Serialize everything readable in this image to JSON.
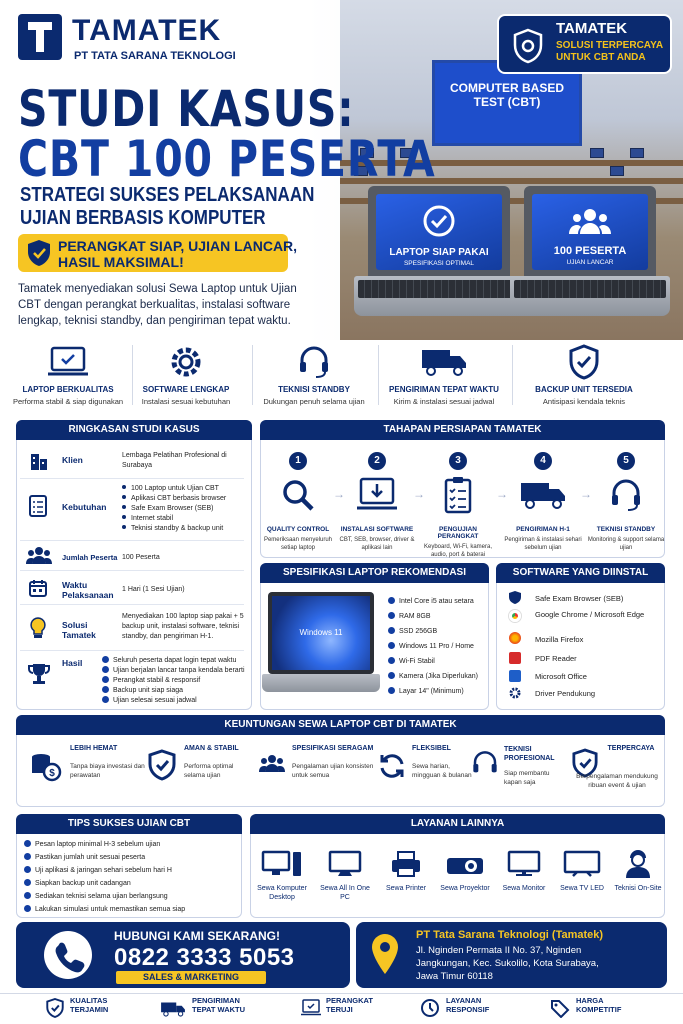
{
  "brand": {
    "name": "TAMATEK",
    "company": "PT TATA SARANA TEKNOLOGI",
    "badge_title": "TAMATEK",
    "badge_sub": "SOLUSI TERPERCAYA UNTUK CBT ANDA"
  },
  "hero": {
    "title_line1": "STUDI KASUS:",
    "title_line2": "CBT 100 PESERTA",
    "subtitle_line1": "STRATEGI SUKSES PELAKSANAAN",
    "subtitle_line2": "UJIAN BERBASIS KOMPUTER",
    "pill_line1": "PERANGKAT SIAP, UJIAN LANCAR,",
    "pill_line2": "HASIL MAKSIMAL!",
    "description": "Tamatek menyediakan solusi Sewa Laptop untuk Ujian CBT dengan perangkat berkualitas, instalasi software lengkap, teknisi standby, dan pengiriman tepat waktu.",
    "room_screen": "COMPUTER BASED TEST (CBT)",
    "laptop1_title": "LAPTOP SIAP PAKAI",
    "laptop1_sub": "SPESIFIKASI OPTIMAL",
    "laptop2_title": "100 PESERTA",
    "laptop2_sub": "UJIAN LANCAR"
  },
  "features": [
    {
      "title": "LAPTOP BERKUALITAS",
      "desc": "Performa stabil & siap digunakan",
      "icon": "laptop-check-icon"
    },
    {
      "title": "SOFTWARE LENGKAP",
      "desc": "Instalasi sesuai kebutuhan",
      "icon": "gear-icon"
    },
    {
      "title": "TEKNISI STANDBY",
      "desc": "Dukungan penuh selama ujian",
      "icon": "headset-icon"
    },
    {
      "title": "PENGIRIMAN TEPAT WAKTU",
      "desc": "Kirim & instalasi sesuai jadwal",
      "icon": "truck-icon"
    },
    {
      "title": "BACKUP UNIT TERSEDIA",
      "desc": "Antisipasi kendala teknis",
      "icon": "shield-check-icon"
    }
  ],
  "summary": {
    "heading": "RINGKASAN STUDI KASUS",
    "klien_label": "Klien",
    "klien_value": "Lembaga Pelatihan Profesional di Surabaya",
    "kebutuhan_label": "Kebutuhan",
    "kebutuhan_items": [
      "100 Laptop untuk Ujian CBT",
      "Aplikasi CBT berbasis browser",
      "Safe Exam Browser (SEB)",
      "Internet stabil",
      "Teknisi standby & backup unit"
    ],
    "jumlah_label": "Jumlah Peserta",
    "jumlah_value": "100 Peserta",
    "waktu_label": "Waktu Pelaksanaan",
    "waktu_value": "1 Hari (1 Sesi Ujian)",
    "solusi_label": "Solusi Tamatek",
    "solusi_value": "Menyediakan 100 laptop siap pakai + 5 backup unit, instalasi software, teknisi standby, dan pengiriman H-1.",
    "hasil_label": "Hasil",
    "hasil_items": [
      "Seluruh peserta dapat login tepat waktu",
      "Ujian berjalan lancar tanpa kendala berarti",
      "Perangkat stabil & responsif",
      "Backup unit siap siaga",
      "Ujian selesai sesuai jadwal"
    ]
  },
  "steps": {
    "heading": "TAHAPAN PERSIAPAN TAMATEK",
    "items": [
      {
        "n": "1",
        "title": "QUALITY CONTROL",
        "desc": "Pemeriksaan menyeluruh setiap laptop"
      },
      {
        "n": "2",
        "title": "INSTALASI SOFTWARE",
        "desc": "CBT, SEB, browser, driver & aplikasi lain"
      },
      {
        "n": "3",
        "title": "PENGUJIAN PERANGKAT",
        "desc": "Keyboard, Wi-Fi, kamera, audio, port & baterai"
      },
      {
        "n": "4",
        "title": "PENGIRIMAN H-1",
        "desc": "Pengiriman & instalasi sehari sebelum ujian"
      },
      {
        "n": "5",
        "title": "TEKNISI STANDBY",
        "desc": "Monitoring & support selama ujian"
      }
    ]
  },
  "specs": {
    "heading": "SPESIFIKASI LAPTOP REKOMENDASI",
    "screen_label": "Windows 11",
    "items": [
      "Intel Core i5 atau setara",
      "RAM 8GB",
      "SSD 256GB",
      "Windows 11 Pro / Home",
      "Wi-Fi Stabil",
      "Kamera (Jika Diperlukan)",
      "Layar 14\" (Minimum)"
    ]
  },
  "software": {
    "heading": "SOFTWARE YANG DIINSTAL",
    "items": [
      "Safe Exam Browser (SEB)",
      "Google Chrome / Microsoft Edge",
      "Mozilla Firefox",
      "PDF Reader",
      "Microsoft Office",
      "Driver Pendukung"
    ]
  },
  "benefits": {
    "heading": "KEUNTUNGAN SEWA LAPTOP CBT DI TAMATEK",
    "items": [
      {
        "title": "LEBIH HEMAT",
        "desc": "Tanpa biaya investasi dan perawatan"
      },
      {
        "title": "AMAN & STABIL",
        "desc": "Performa optimal selama ujian"
      },
      {
        "title": "SPESIFIKASI SERAGAM",
        "desc": "Pengalaman ujian konsisten untuk semua"
      },
      {
        "title": "FLEKSIBEL",
        "desc": "Sewa harian, mingguan & bulanan"
      },
      {
        "title": "TEKNISI PROFESIONAL",
        "desc": "Siap membantu kapan saja"
      },
      {
        "title": "TERPERCAYA",
        "desc": "Berpengalaman mendukung ribuan event & ujian"
      }
    ]
  },
  "tips": {
    "heading": "TIPS SUKSES UJIAN CBT",
    "items": [
      "Pesan laptop minimal H-3 sebelum ujian",
      "Pastikan jumlah unit sesuai peserta",
      "Uji aplikasi & jaringan sehari sebelum hari H",
      "Siapkan backup unit cadangan",
      "Sediakan teknisi selama ujian berlangsung",
      "Lakukan simulasi untuk memastikan semua siap"
    ]
  },
  "services": {
    "heading": "LAYANAN LAINNYA",
    "items": [
      "Sewa Komputer Desktop",
      "Sewa All In One PC",
      "Sewa Printer",
      "Sewa Proyektor",
      "Sewa Monitor",
      "Sewa TV LED",
      "Teknisi On-Site"
    ]
  },
  "contact": {
    "call_label": "HUBUNGI KAMI SEKARANG!",
    "phone": "0822 3333 5053",
    "dept": "SALES & MARKETING",
    "company": "PT Tata Sarana Teknologi (Tamatek)",
    "address": "Jl. Nginden Permata II No. 37, Nginden Jangkungan, Kec. Sukolilo, Kota Surabaya, Jawa Timur 60118"
  },
  "footer": [
    "KUALITAS TERJAMIN",
    "PENGIRIMAN TEPAT WAKTU",
    "PERANGKAT TERUJI",
    "LAYANAN RESPONSIF",
    "HARGA KOMPETITIF"
  ],
  "colors": {
    "navy": "#0b2a6f",
    "blue": "#123ea1",
    "yellow": "#f6c523"
  }
}
